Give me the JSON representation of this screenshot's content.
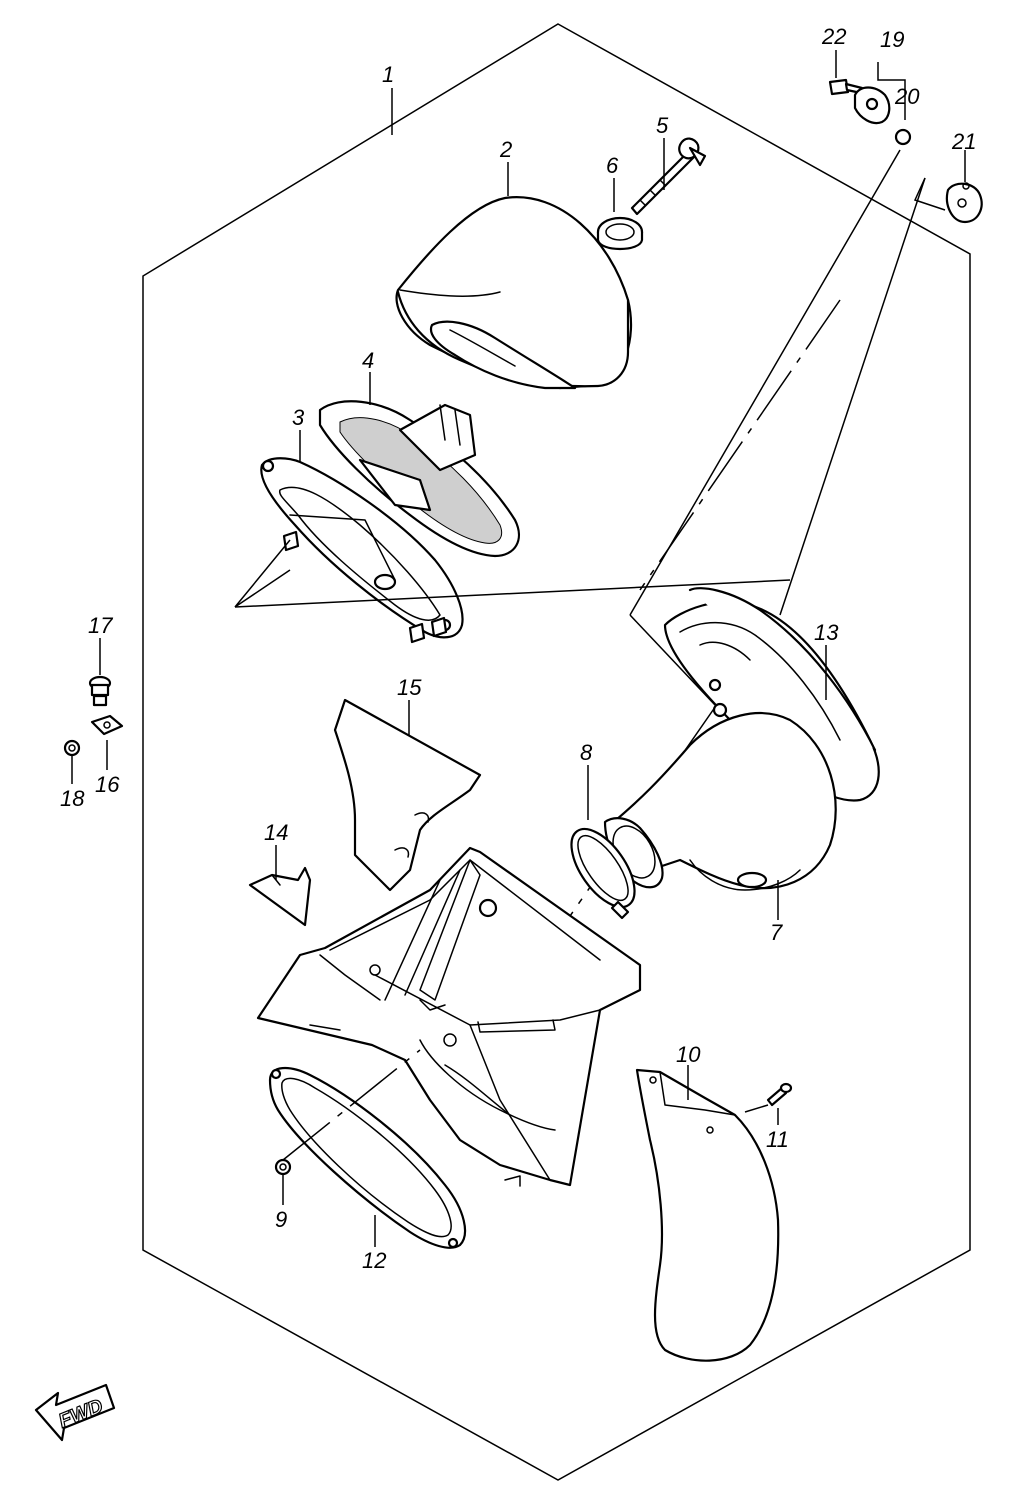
{
  "diagram": {
    "callouts": [
      {
        "id": "1",
        "label": "1"
      },
      {
        "id": "2",
        "label": "2"
      },
      {
        "id": "3",
        "label": "3"
      },
      {
        "id": "4",
        "label": "4"
      },
      {
        "id": "5",
        "label": "5"
      },
      {
        "id": "6",
        "label": "6"
      },
      {
        "id": "7",
        "label": "7"
      },
      {
        "id": "8",
        "label": "8"
      },
      {
        "id": "9",
        "label": "9"
      },
      {
        "id": "10",
        "label": "10"
      },
      {
        "id": "11",
        "label": "11"
      },
      {
        "id": "12",
        "label": "12"
      },
      {
        "id": "13",
        "label": "13"
      },
      {
        "id": "14",
        "label": "14"
      },
      {
        "id": "15",
        "label": "15"
      },
      {
        "id": "16",
        "label": "16"
      },
      {
        "id": "17",
        "label": "17"
      },
      {
        "id": "18",
        "label": "18"
      },
      {
        "id": "19",
        "label": "19"
      },
      {
        "id": "20",
        "label": "20"
      },
      {
        "id": "21",
        "label": "21"
      },
      {
        "id": "22",
        "label": "22"
      }
    ],
    "fwd_label": "FWD"
  }
}
